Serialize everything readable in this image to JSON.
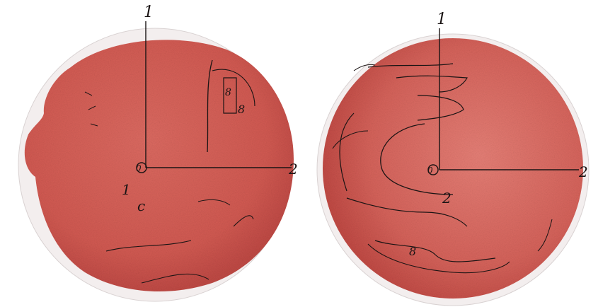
{
  "photo": {
    "colors": {
      "background": "#ffffff",
      "disc": "#d9625a",
      "disc_dark": "#c24b45",
      "disc_light": "#ea8a80",
      "ink": "#1a1414"
    },
    "left_plate": {
      "axis_y_label": "1",
      "axis_x_label": "2",
      "origin_label": "0",
      "marks": [
        "1",
        "c",
        "8",
        "8"
      ]
    },
    "right_plate": {
      "axis_y_label": "1",
      "axis_x_label": "2",
      "origin_label": "0",
      "marks": [
        "2",
        "8"
      ]
    }
  }
}
